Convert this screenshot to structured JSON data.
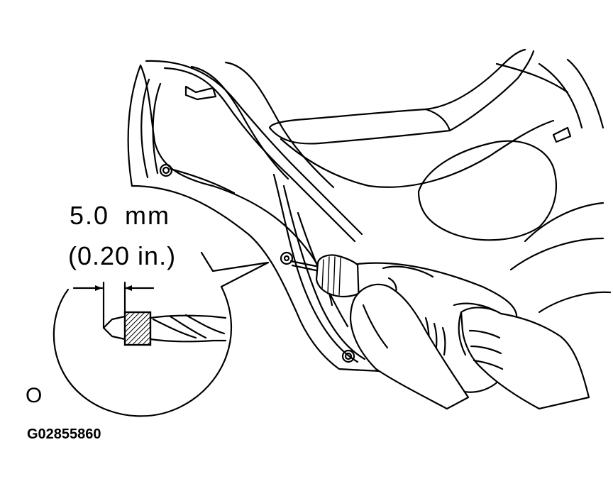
{
  "diagram": {
    "drill_bit_diameter_mm": "5.0  mm",
    "drill_bit_diameter_in": "(0.20 in.)",
    "corner_mark": "O",
    "figure_id": "G02855860"
  },
  "colors": {
    "ink": "#000000",
    "paper": "#ffffff"
  }
}
